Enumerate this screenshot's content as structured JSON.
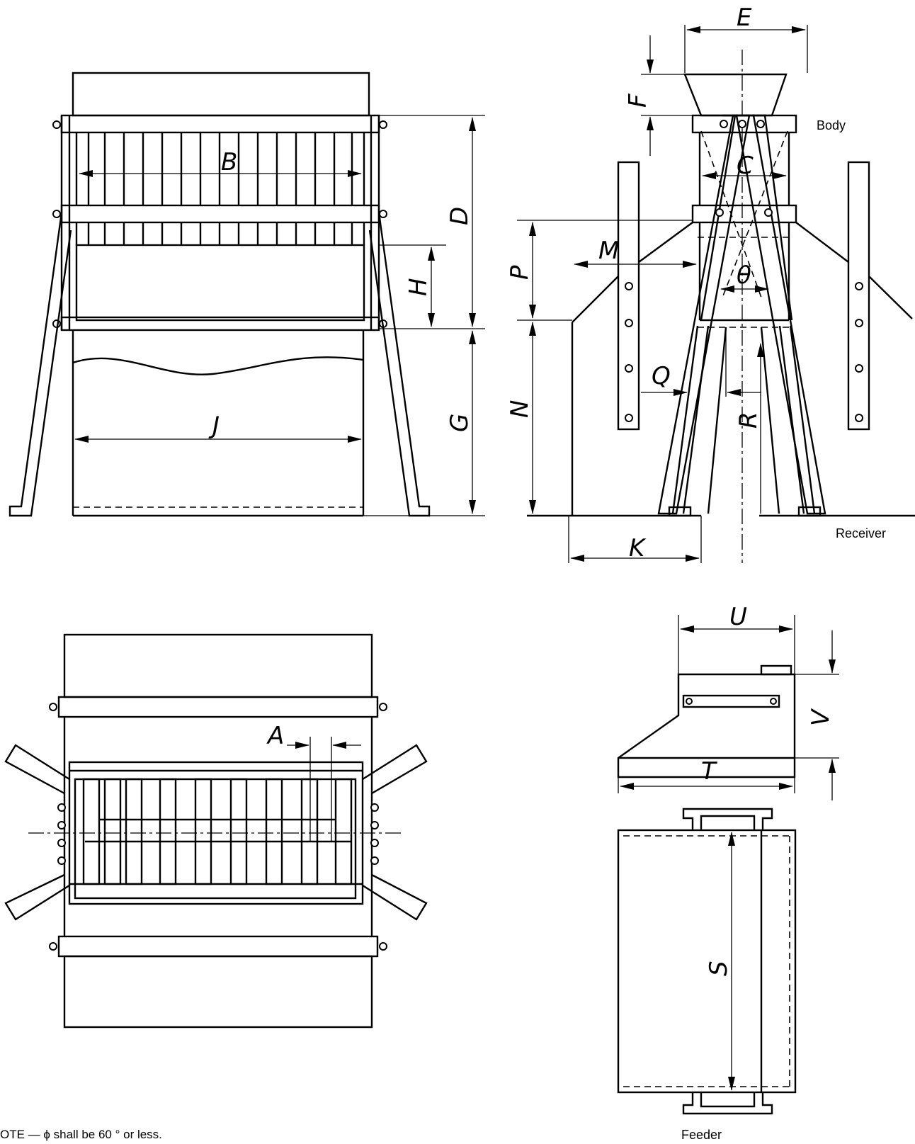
{
  "dimension_labels": {
    "A": "A",
    "B": "B",
    "C": "C",
    "D": "D",
    "E": "E",
    "F": "F",
    "G": "G",
    "H": "H",
    "J": "J",
    "K": "K",
    "M": "M",
    "N": "N",
    "P": "P",
    "Q": "Q",
    "R": "R",
    "S": "S",
    "T": "T",
    "U": "U",
    "V": "V",
    "theta": "θ"
  },
  "part_labels": {
    "body": "Body",
    "receiver": "Receiver",
    "feeder": "Feeder"
  },
  "note": "OTE — ϕ shall be 60 ° or less."
}
